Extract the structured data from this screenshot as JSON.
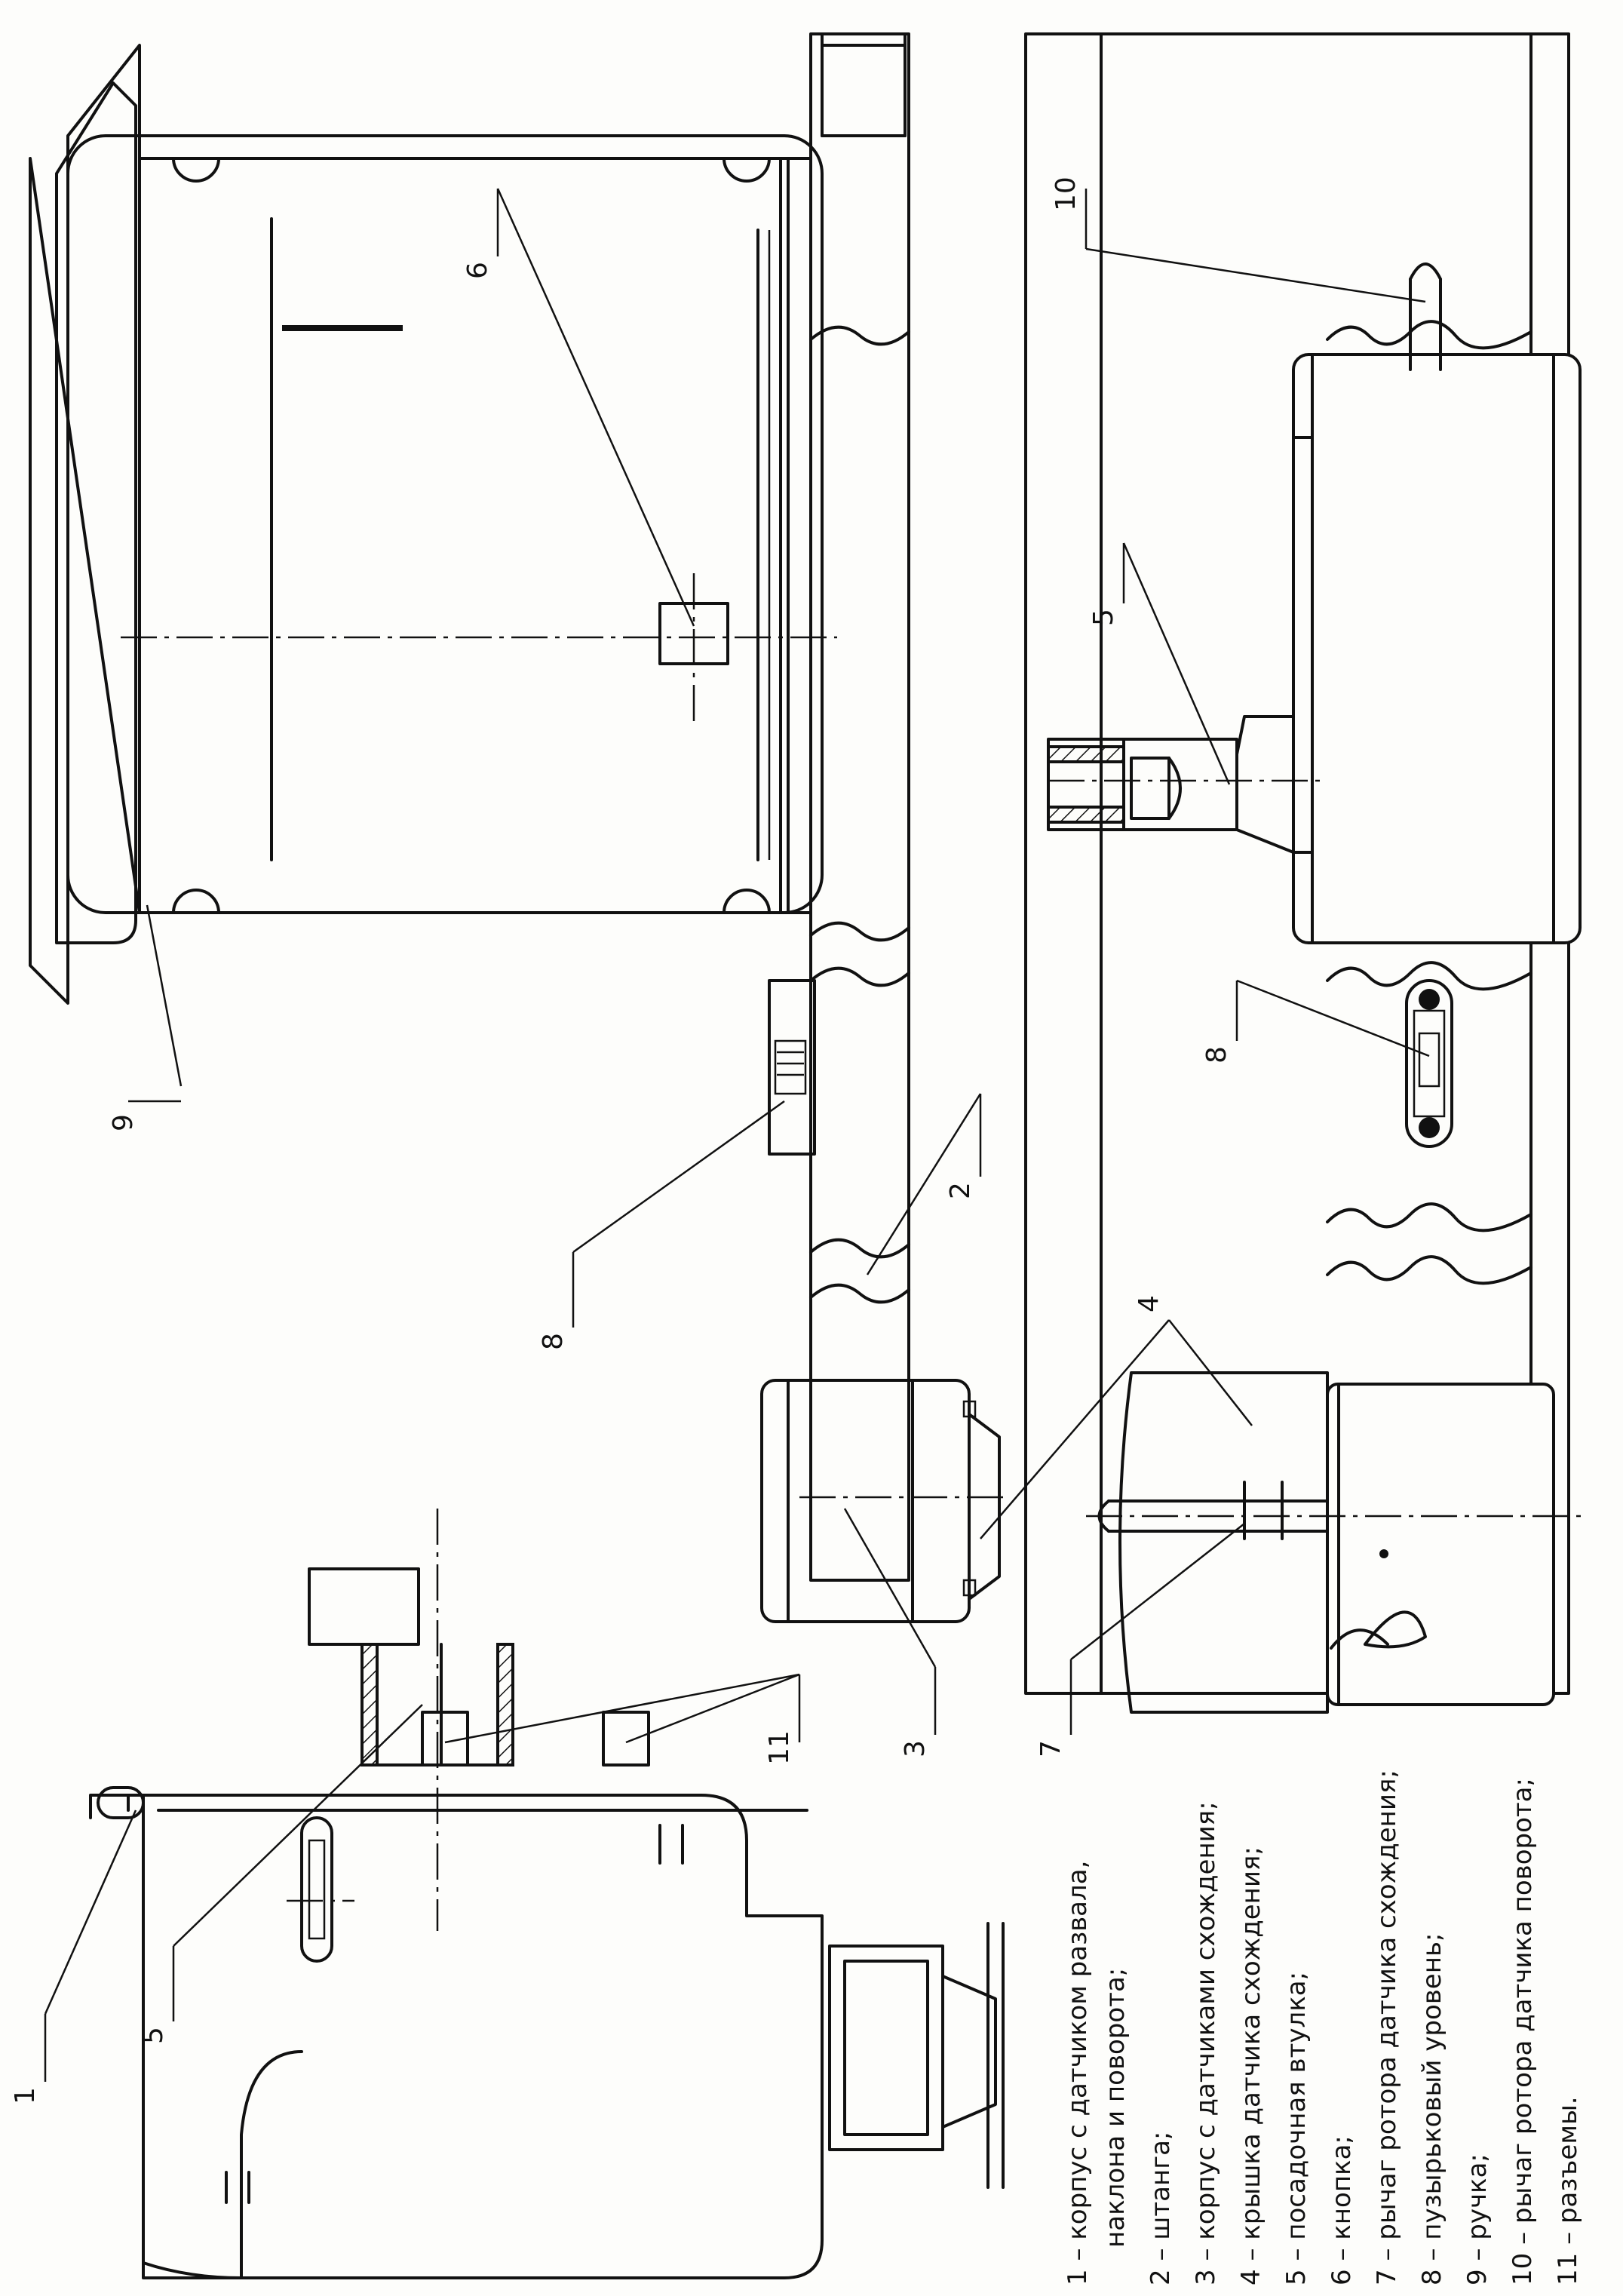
{
  "callouts": [
    "1",
    "2",
    "3",
    "4",
    "5",
    "6",
    "7",
    "8",
    "9",
    "10",
    "11"
  ],
  "legend": [
    "1 – корпус с датчиком развала,",
    "наклона и поворота;",
    "2 – штанга;",
    "3 – корпус с датчиками схождения;",
    "4 – крышка датчика схождения;",
    "5 – посадочная втулка;",
    "6 – кнопка;",
    "7 – рычаг ротора датчика схождения;",
    "8 – пузырьковый уровень;",
    "9 – ручка;",
    "10 – рычаг ротора датчика поворота;",
    "11 – разъемы."
  ]
}
